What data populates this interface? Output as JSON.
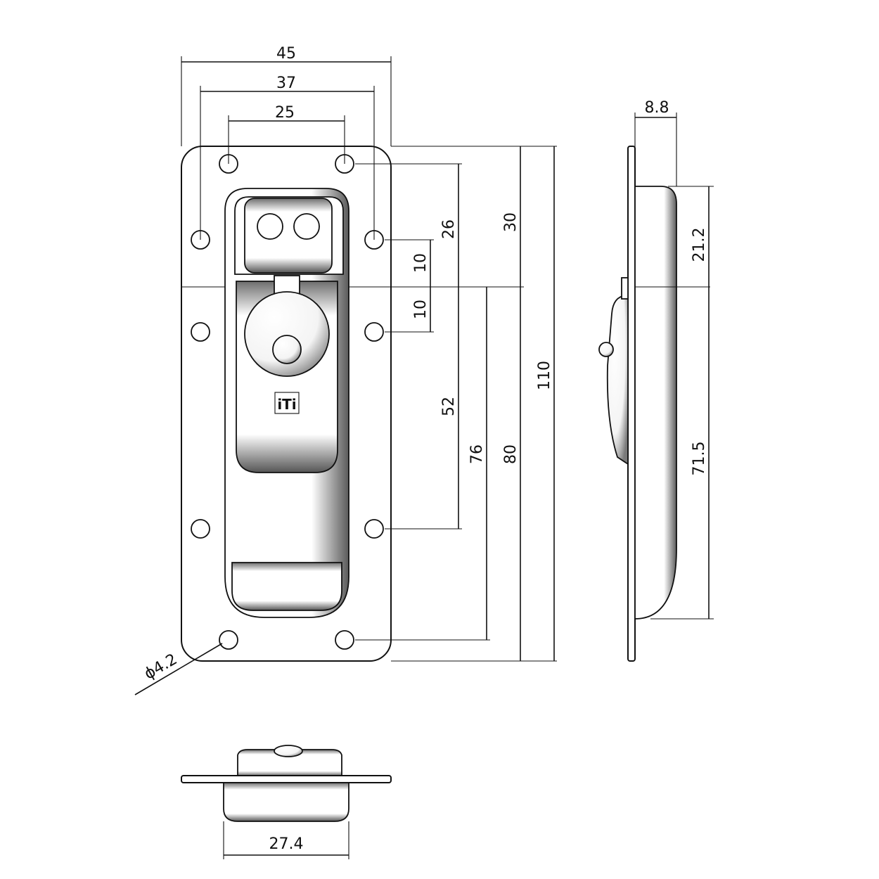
{
  "dimensions": {
    "width_overall": "45",
    "width_mid": "37",
    "width_inner": "25",
    "height_26": "26",
    "height_30": "30",
    "height_10_upper": "10",
    "height_10_lower": "10",
    "height_52": "52",
    "height_76": "76",
    "height_80": "80",
    "height_110": "110",
    "hole_diameter": "ϕ4.2",
    "depth_side": "8.8",
    "side_upper": "21.2",
    "side_lower": "71.5",
    "bottom_width": "27.4"
  },
  "logo_mark": "iTi"
}
